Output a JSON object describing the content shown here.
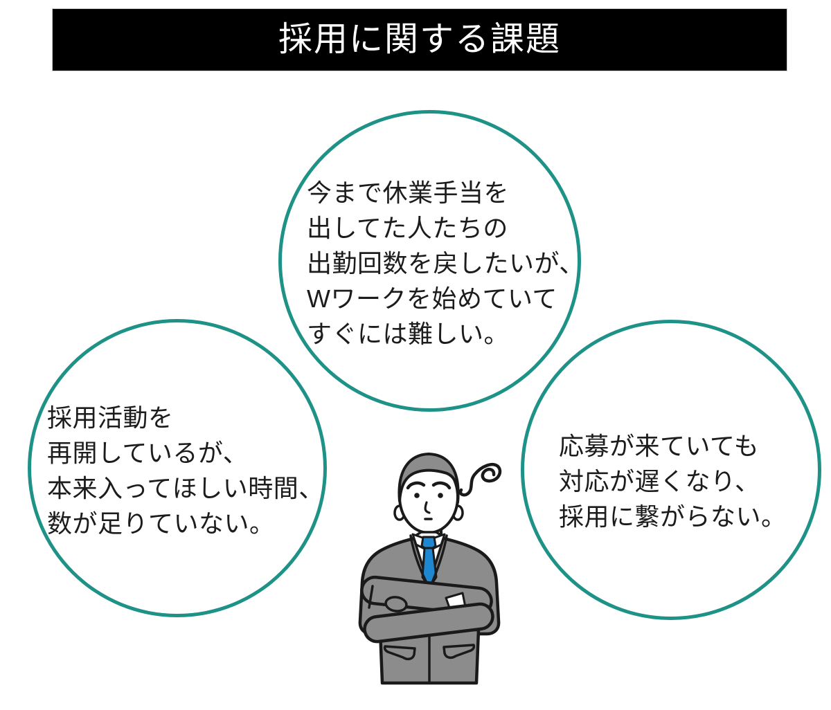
{
  "title": "採用に関する課題",
  "colors": {
    "title_bg": "#000000",
    "title_fg": "#ffffff",
    "circle_stroke": "#1e9287",
    "text": "#1c1c1c",
    "suit_gray": "#8c8c8c",
    "tie_blue": "#1e87d0",
    "outline_black": "#1a1a1a"
  },
  "circles": [
    {
      "id": "top",
      "lines": [
        "今まで休業手当を",
        "出してた人たちの",
        "出勤回数を戻したいが、",
        "Wワークを始めていて",
        "すぐには難しい。"
      ]
    },
    {
      "id": "left",
      "lines": [
        "採用活動を",
        "再開しているが、",
        "本来入ってほしい時間、",
        "数が足りていない。"
      ]
    },
    {
      "id": "right",
      "lines": [
        "応募が来ていても",
        "対応が遅くなり、",
        "採用に繋がらない。"
      ]
    }
  ],
  "illustration": {
    "name": "worried-businessman-crossed-arms"
  }
}
